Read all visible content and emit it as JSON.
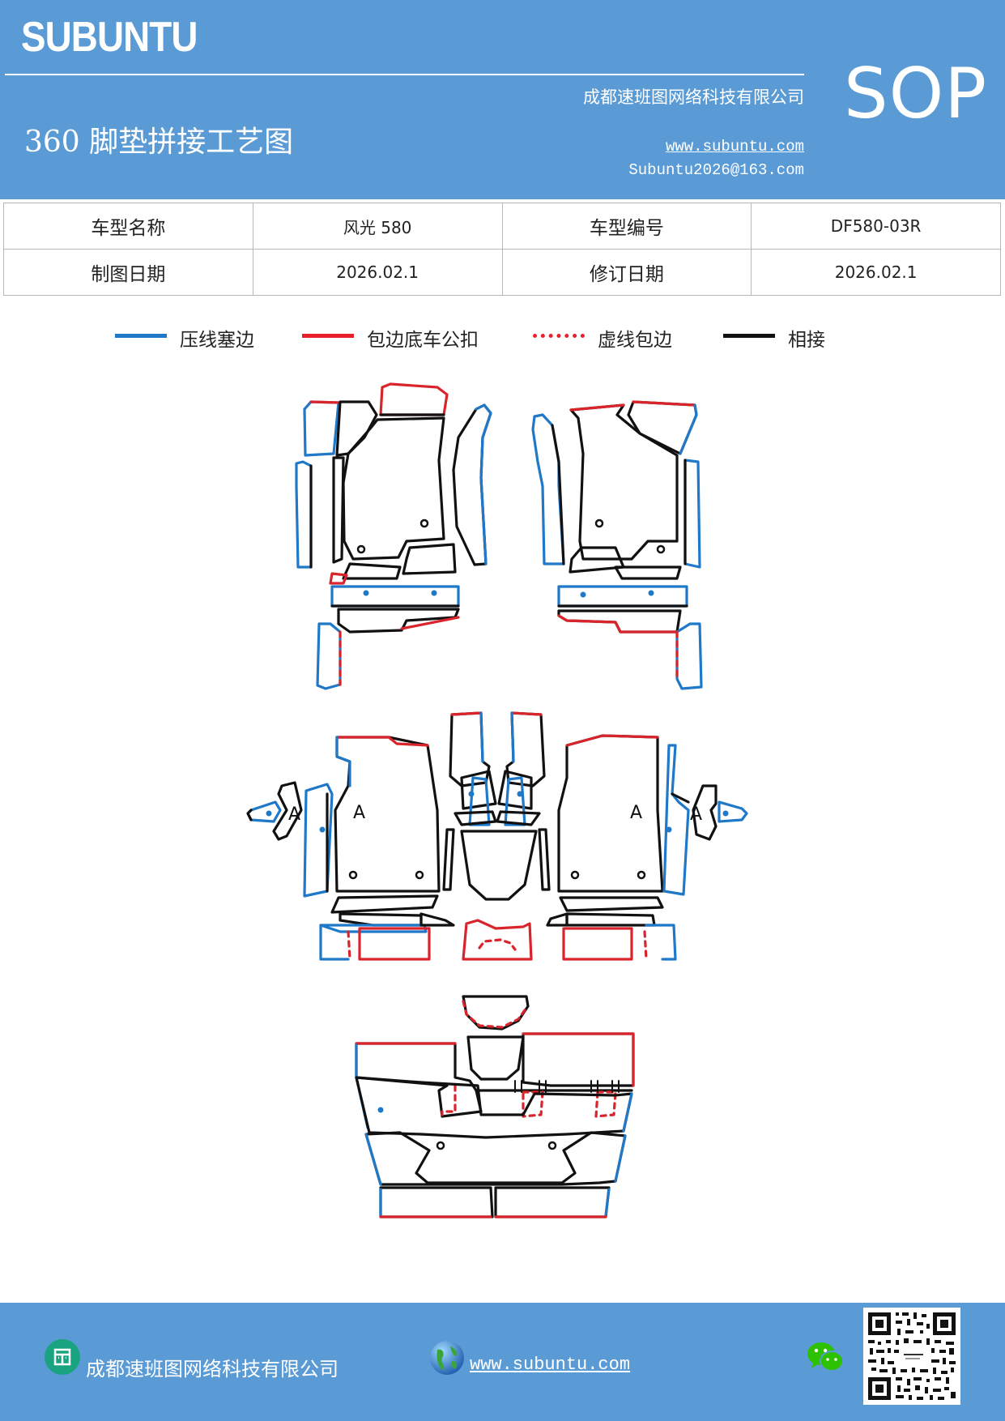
{
  "header": {
    "brand": "SUBUNTU",
    "company": "成都速班图网络科技有限公司",
    "title": "360 脚垫拼接工艺图",
    "website": "www.subuntu.com",
    "email": "Subuntu2026@163.com",
    "badge": "SOP"
  },
  "info": {
    "row1": {
      "model_name_label": "车型名称",
      "model_name_value": "风光 580",
      "model_code_label": "车型编号",
      "model_code_value": "DF580-03R"
    },
    "row2": {
      "draw_date_label": "制图日期",
      "draw_date_value": "2026.02.1",
      "revise_date_label": "修订日期",
      "revise_date_value": "2026.02.1"
    }
  },
  "legend": [
    {
      "label": "压线塞边",
      "color": "#1f78c8",
      "style": "solid"
    },
    {
      "label": "包边底车公扣",
      "color": "#e8202a",
      "style": "solid"
    },
    {
      "label": "虚线包边",
      "color": "#e8202a",
      "style": "dotted"
    },
    {
      "label": "相接",
      "color": "#111111",
      "style": "solid"
    }
  ],
  "diagram": {
    "marker_letter": "A",
    "colors": {
      "blue": "#1f78c8",
      "red": "#d9242c",
      "black": "#111111"
    }
  },
  "footer": {
    "company": "成都速班图网络科技有限公司",
    "website": "www.subuntu.com "
  },
  "colors": {
    "header_bg": "#5b9bd5",
    "text_white": "#ffffff"
  },
  "icons": [
    "building-icon",
    "globe-icon",
    "wechat-icon",
    "qr-code-image"
  ]
}
